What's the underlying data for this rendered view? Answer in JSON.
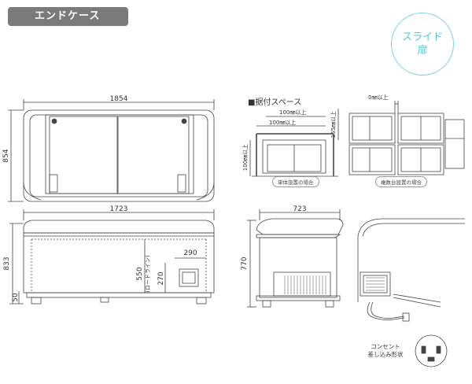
{
  "header": {
    "tag_label": "エンドケース"
  },
  "badge": {
    "line1": "スライド",
    "line2": "扉"
  },
  "dimensions": {
    "top_width": "1854",
    "top_depth": "854",
    "front_width": "1723",
    "front_height": "833",
    "front_base": "50",
    "load_line": "550",
    "load_line_label": "(ロードライン)",
    "box_w": "290",
    "box_h": "270",
    "side_depth": "723",
    "side_height": "770"
  },
  "installation": {
    "title": "■据付スペース",
    "single_caption": "単体設置の場合",
    "multi_caption": "複数台設置の場合",
    "gap_top": "100",
    "gap_side": "100",
    "gap_bottom": "100",
    "gap_right": "155",
    "gap_zero": "0",
    "unit_suffix": "㎜以上"
  },
  "outlet": {
    "line1": "コンセント",
    "line2": "差し込み形状"
  },
  "colors": {
    "badge": "#5cc5d2",
    "tag": "#7a7a7a",
    "line": "#444444"
  }
}
